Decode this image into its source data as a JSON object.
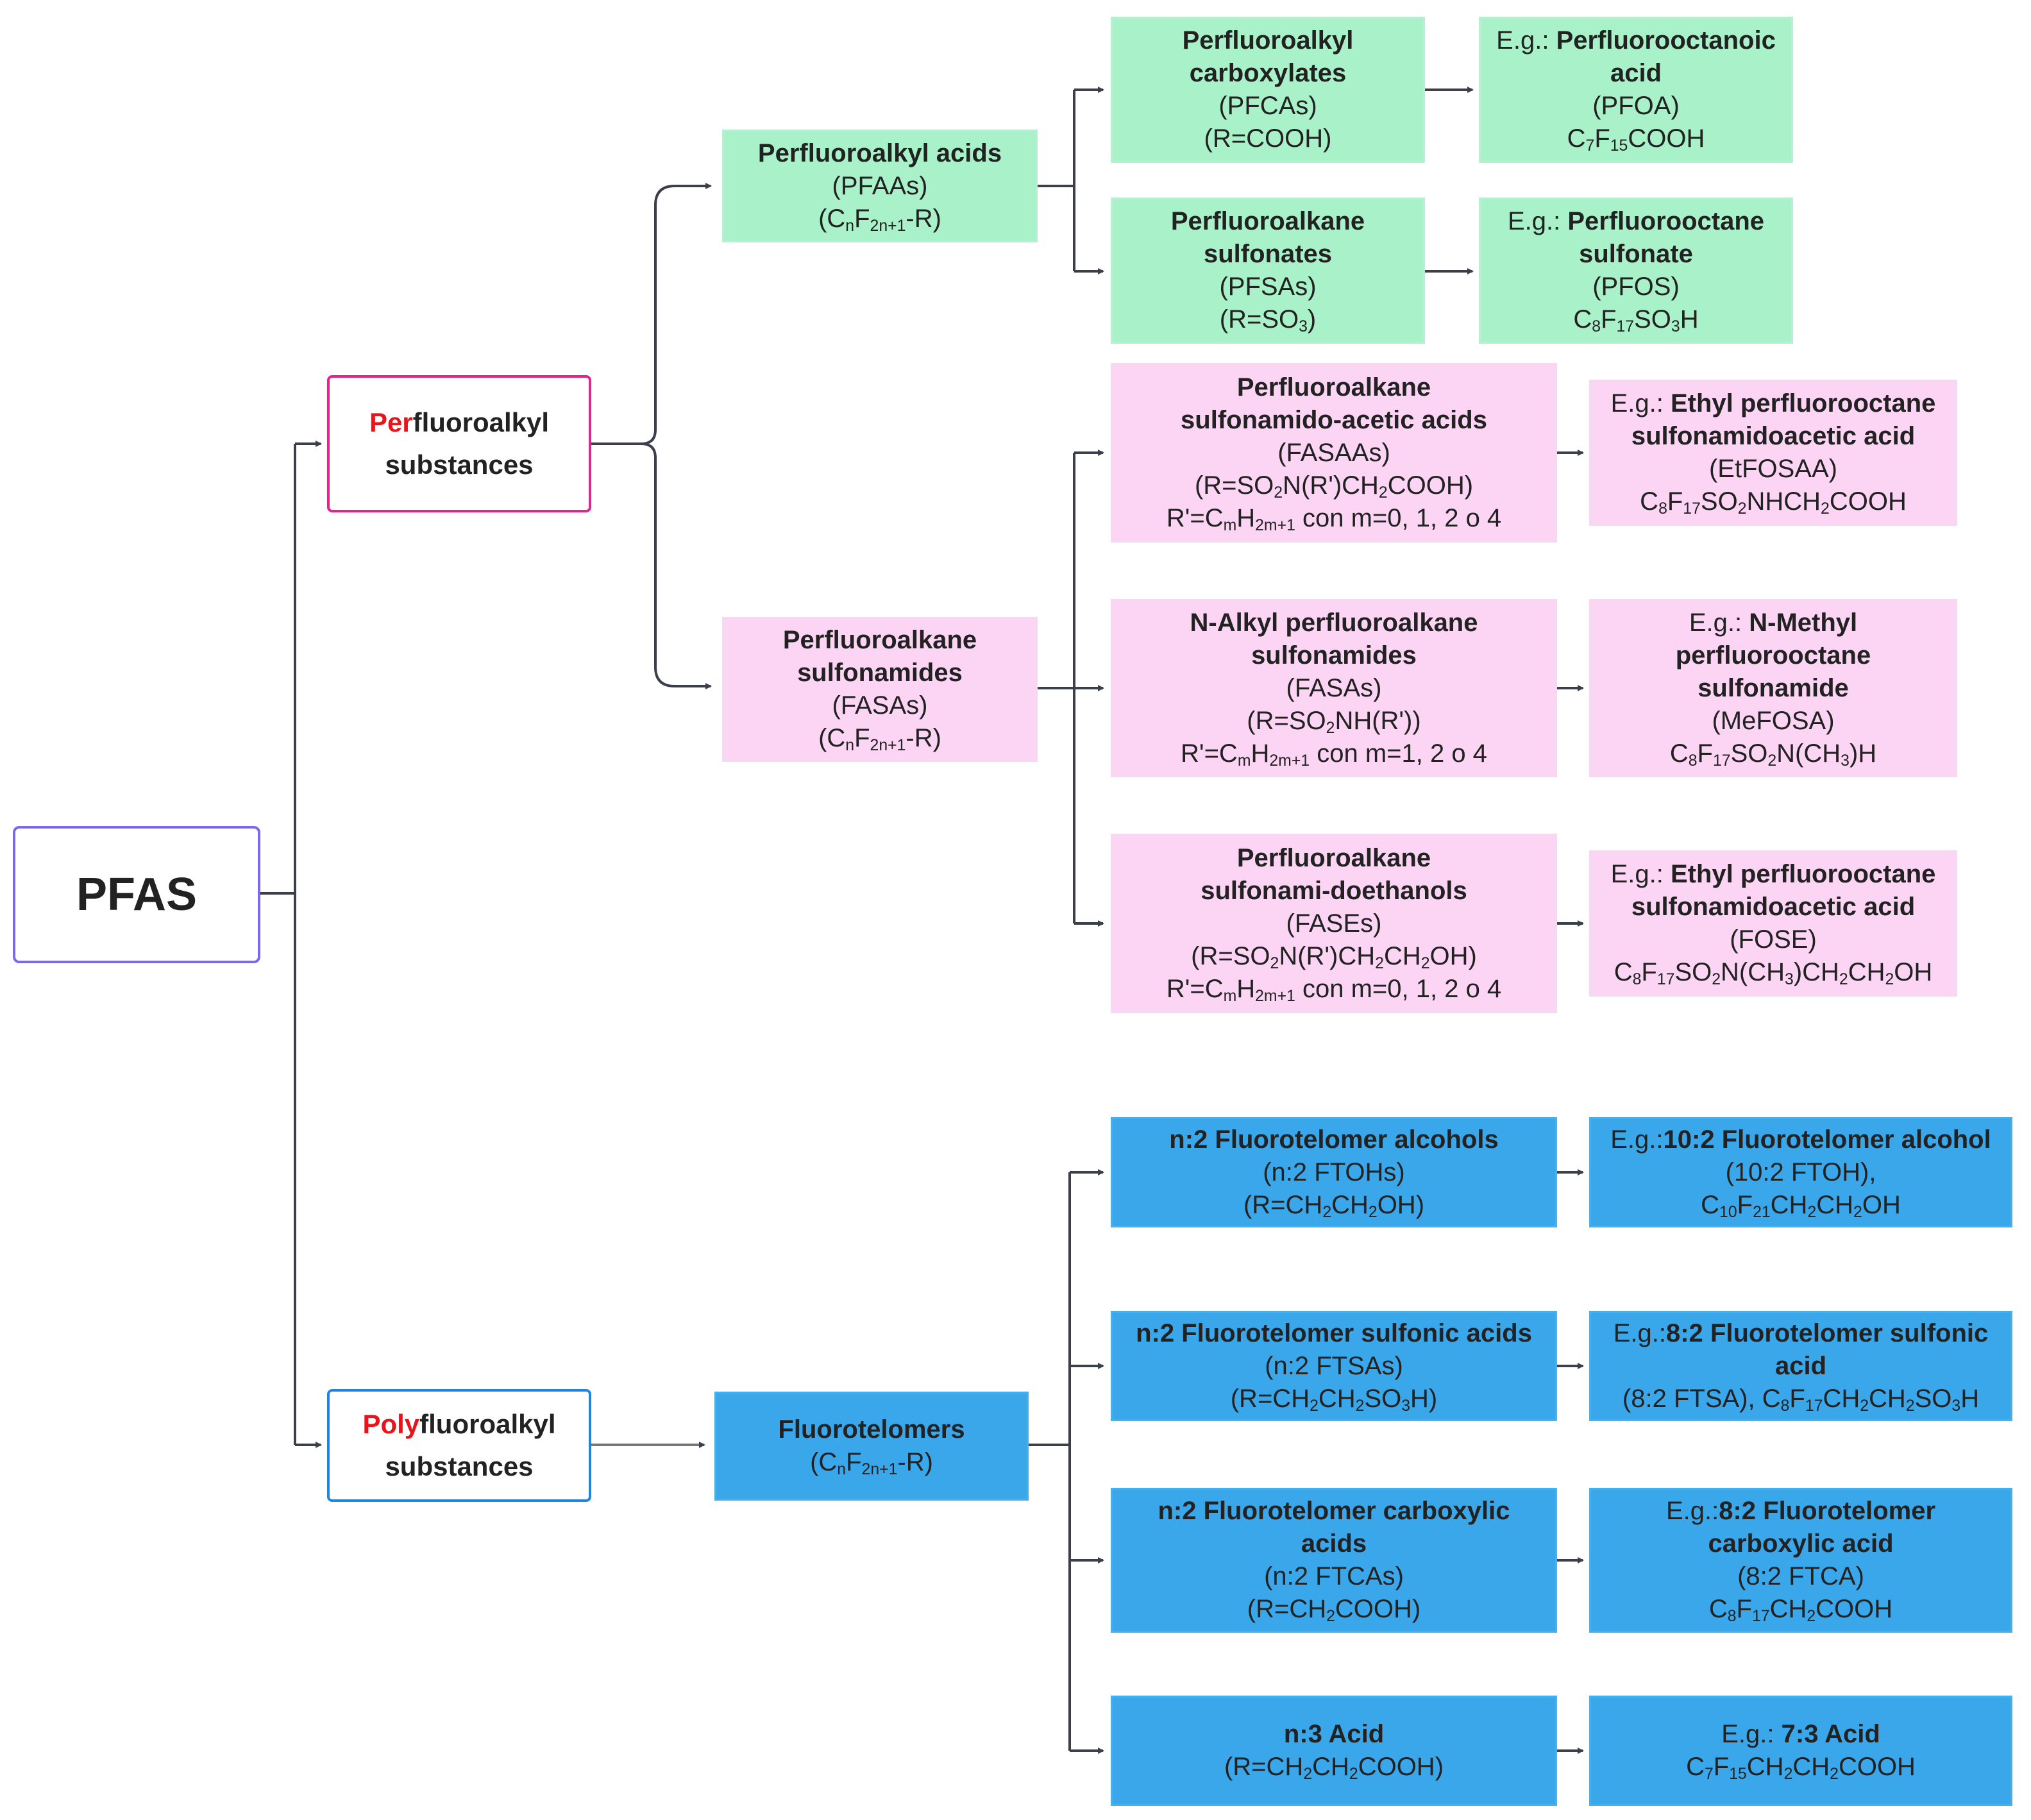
{
  "root": {
    "label": "PFAS"
  },
  "perfluoroalkyl": {
    "prefix": "Per",
    "rest": "fluoroalkyl",
    "line2": "substances"
  },
  "polyfluoroalkyl": {
    "prefix": "Poly",
    "rest": "fluoroalkyl",
    "line2": "substances"
  },
  "pfaas": {
    "title": "Perfluoroalkyl acids",
    "abbr": "(PFAAs)",
    "formula": "(C<sub>n</sub>F<sub>2n+1</sub>-R)"
  },
  "fasas_group": {
    "title": "Perfluoroalkane\nsulfonamides",
    "abbr": "(FASAs)",
    "formula": "(C<sub>n</sub>F<sub>2n+1</sub>-R)"
  },
  "fluorotelomers": {
    "title": "Fluorotelomers",
    "formula": "(C<sub>n</sub>F<sub>2n+1</sub>-R)"
  },
  "pfcas": {
    "title": "Perfluoroalkyl\ncarboxylates",
    "abbr": "(PFCAs)",
    "formula": "(R=COOH)"
  },
  "pfoa": {
    "eg": "E.g.: ",
    "name": "Perfluorooctanoic",
    "name2": "acid",
    "abbr": "(PFOA)",
    "formula": "C<sub>7</sub>F<sub>15</sub>COOH"
  },
  "pfsas": {
    "title": "Perfluoroalkane\nsulfonates",
    "abbr": "(PFSAs)",
    "formula": "(R=SO<sub>3</sub>)"
  },
  "pfos": {
    "eg": "E.g.: ",
    "name": "Perfluorooctane",
    "name2": "sulfonate",
    "abbr": "(PFOS)",
    "formula": "C<sub>8</sub>F<sub>17</sub>SO<sub>3</sub>H"
  },
  "fasaas": {
    "title": "Perfluoroalkane\nsulfonamido-acetic acids",
    "abbr": "(FASAAs)",
    "formula": "(R=SO<sub>2</sub>N(R')CH<sub>2</sub>COOH)",
    "rprime": "R'=C<sub>m</sub>H<sub>2m+1</sub> con m=0, 1, 2 o 4"
  },
  "etfosaa": {
    "eg": "E.g.: ",
    "name": "Ethyl perfluorooctane",
    "name2": "sulfonamidoacetic acid",
    "abbr": "(EtFOSAA)",
    "formula": "C<sub>8</sub>F<sub>17</sub>SO<sub>2</sub>NHCH<sub>2</sub>COOH"
  },
  "nalkyl": {
    "title": "N-Alkyl perfluoroalkane\nsulfonamides",
    "abbr": "(FASAs)",
    "formula": "(R=SO<sub>2</sub>NH(R'))",
    "rprime": "R'=C<sub>m</sub>H<sub>2m+1</sub> con m=1, 2 o 4"
  },
  "mefosa": {
    "eg": "E.g.: ",
    "name": "N-Methyl",
    "name2": "perfluorooctane\nsulfonamide",
    "abbr": "(MeFOSA)",
    "formula": "C<sub>8</sub>F<sub>17</sub>SO<sub>2</sub>N(CH<sub>3</sub>)H"
  },
  "fases": {
    "title": "Perfluoroalkane\nsulfonami-doethanols",
    "abbr": "(FASEs)",
    "formula": "(R=SO<sub>2</sub>N(R')CH<sub>2</sub>CH<sub>2</sub>OH)",
    "rprime": "R'=C<sub>m</sub>H<sub>2m+1</sub> con m=0, 1, 2 o 4"
  },
  "fose": {
    "eg": "E.g.: ",
    "name": "Ethyl perfluorooctane",
    "name2": "sulfonamidoacetic acid",
    "abbr": "(FOSE)",
    "formula": "C<sub>8</sub>F<sub>17</sub>SO<sub>2</sub>N(CH<sub>3</sub>)CH<sub>2</sub>CH<sub>2</sub>OH"
  },
  "ftohs": {
    "title": "n:2 Fluorotelomer alcohols",
    "abbr": "(n:2 FTOHs)",
    "formula": "(R=CH<sub>2</sub>CH<sub>2</sub>OH)"
  },
  "ftoh": {
    "eg": "E.g.:",
    "name": "10:2 Fluorotelomer alcohol",
    "abbr": "(10:2 FTOH),",
    "formula": "C<sub>10</sub>F<sub>21</sub>CH<sub>2</sub>CH<sub>2</sub>OH"
  },
  "ftsas": {
    "title": "n:2 Fluorotelomer sulfonic acids",
    "abbr": "(n:2 FTSAs)",
    "formula": "(R=CH<sub>2</sub>CH<sub>2</sub>SO<sub>3</sub>H)"
  },
  "ftsa": {
    "eg": "E.g.:",
    "name": "8:2 Fluorotelomer sulfonic",
    "name2": "acid",
    "formula": "(8:2 FTSA), C<sub>8</sub>F<sub>17</sub>CH<sub>2</sub>CH<sub>2</sub>SO<sub>3</sub>H"
  },
  "ftcas": {
    "title": "n:2 Fluorotelomer carboxylic\nacids",
    "abbr": "(n:2 FTCAs)",
    "formula": "(R=CH<sub>2</sub>COOH)"
  },
  "ftca": {
    "eg": "E.g.:",
    "name": "8:2 Fluorotelomer",
    "name2": "carboxylic acid",
    "abbr": "(8:2 FTCA)",
    "formula": "C<sub>8</sub>F<sub>17</sub>CH<sub>2</sub>COOH"
  },
  "n3acid": {
    "title": "n:3 Acid",
    "formula": "(R=CH<sub>2</sub>CH<sub>2</sub>COOH)"
  },
  "acid73": {
    "eg": "E.g.: ",
    "name": "7:3 Acid",
    "formula": "C<sub>7</sub>F<sub>15</sub>CH<sub>2</sub>CH<sub>2</sub>COOH"
  },
  "colors": {
    "green": "#a9f2c9",
    "pink": "#fcd4f4",
    "blue": "#3aa7ea",
    "root_border": "#7b68ee",
    "per_border": "#e2248f",
    "poly_border": "#1e86e0",
    "prefix_red": "#e8141a",
    "line": "#3a3f4a"
  }
}
